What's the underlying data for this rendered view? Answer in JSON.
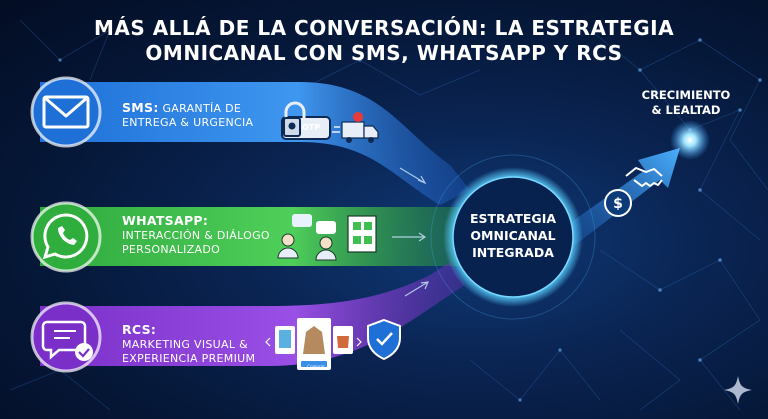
{
  "title": {
    "line1": "MÁS ALLÁ DE LA CONVERSACIÓN: LA ESTRATEGIA",
    "line2": "OMNICANAL CON SMS, WHATSAPP Y RCS"
  },
  "channels": [
    {
      "name": "SMS:",
      "line1": "GARANTÍA DE",
      "line2": "ENTREGA & URGENCIA",
      "color": "#3a8fe6",
      "icon": "envelope-icon"
    },
    {
      "name": "WHATSAPP:",
      "line1": "INTERACCIÓN & DIÁLOGO",
      "line2": "PERSONALIZADO",
      "color": "#3fbf4f",
      "icon": "whatsapp-icon"
    },
    {
      "name": "RCS:",
      "line1": "MARKETING VISUAL &",
      "line2": "EXPERIENCIA PREMIUM",
      "color": "#8a3fd6",
      "icon": "chat-check-icon"
    }
  ],
  "center": {
    "line1": "ESTRATEGIA",
    "line2": "OMNICANAL",
    "line3": "INTEGRADA"
  },
  "outcome": {
    "line1": "CRECIMIENTO",
    "line2": "& LEALTAD"
  },
  "sms_otp_label": "OTP",
  "rcs_buy_label": "Comprar"
}
